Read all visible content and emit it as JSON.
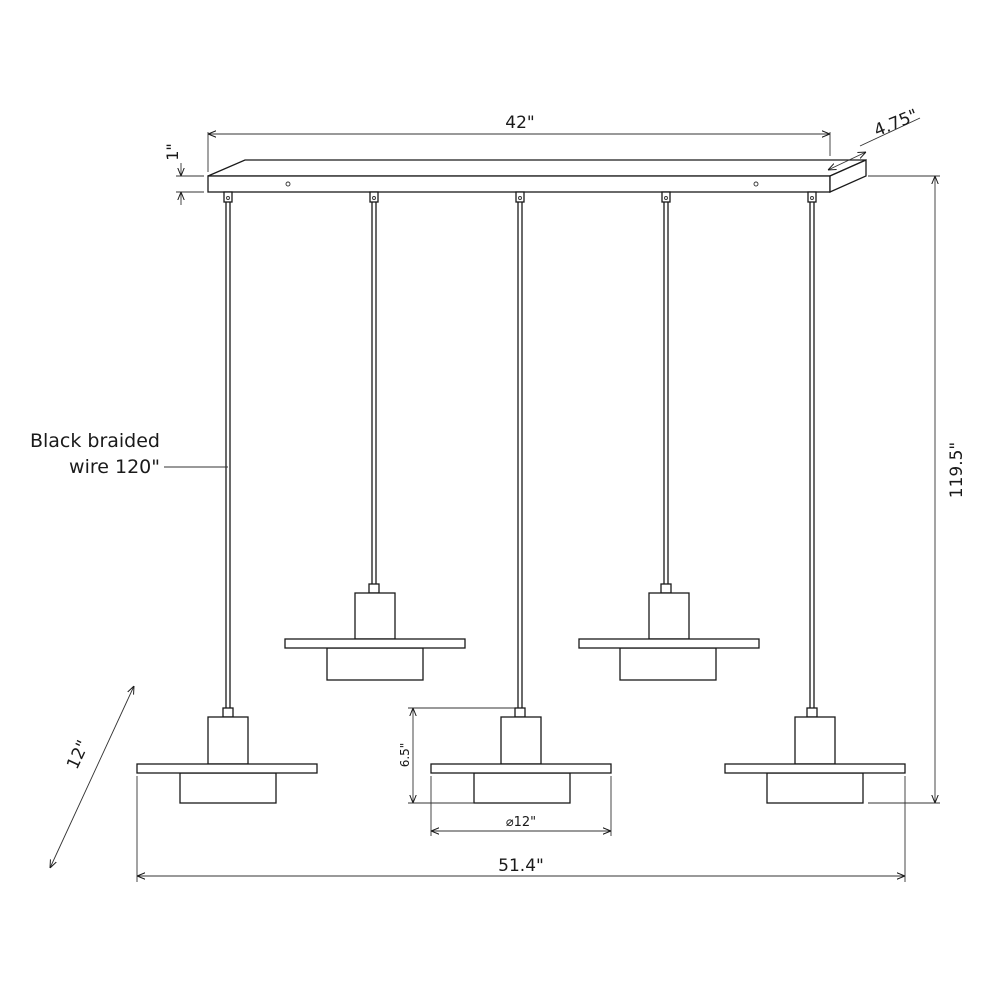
{
  "dimensions": {
    "canopy_length": "42\"",
    "canopy_depth": "4.75\"",
    "canopy_height": "1\"",
    "overall_height": "119.5\"",
    "overall_width": "51.4\"",
    "diagonal_depth": "12\"",
    "shade_height": "6.5\"",
    "shade_diameter": "⌀12\""
  },
  "notes": {
    "wire_line1": "Black braided",
    "wire_line2": "wire 120\""
  },
  "colors": {
    "line": "#1a1a1a",
    "background": "#ffffff"
  }
}
